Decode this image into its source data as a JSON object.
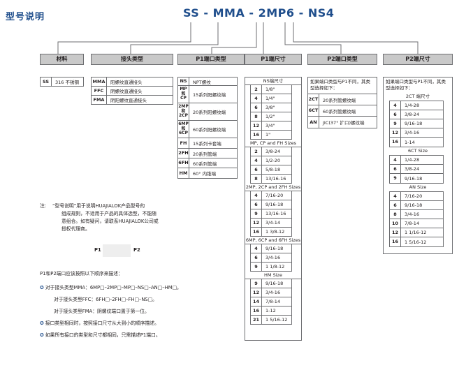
{
  "title": "型号说明",
  "model": "SS - MMA - 2MP6 - NS4",
  "headers": {
    "material": "材料",
    "connector_type": "接头类型",
    "p1_type": "P1端口类型",
    "p1_size": "P1端尺寸",
    "p2_type": "P2端口类型",
    "p2_size": "P2端尺寸"
  },
  "material": [
    {
      "code": "SS",
      "desc": "316 不锈钢"
    }
  ],
  "connector": [
    {
      "code": "MMA",
      "desc": "阳螺纹直通接头"
    },
    {
      "code": "FFC",
      "desc": "阴螺纹直通接头"
    },
    {
      "code": "FMA",
      "desc": "阴阳螺纹直通接头"
    }
  ],
  "p1_type": [
    {
      "code": "NS",
      "desc": "NPT螺纹"
    },
    {
      "code": "MP\n和\nCP",
      "desc": "15系列阳螺纹端"
    },
    {
      "code": "2MP\n和\n2CP",
      "desc": "20系列阳螺纹端"
    },
    {
      "code": "6MP\n和\n6CP",
      "desc": "60系列阳螺纹端"
    },
    {
      "code": "FH",
      "desc": "15系列卡套端"
    },
    {
      "code": "2FH",
      "desc": "20系列管端"
    },
    {
      "code": "6FH",
      "desc": "60系列管端"
    },
    {
      "code": "HM",
      "desc": "60° 内锥端"
    }
  ],
  "p1_size": [
    {
      "title": "NS端尺寸",
      "rows": [
        [
          "2",
          "1/8\""
        ],
        [
          "4",
          "1/4\""
        ],
        [
          "6",
          "3/8\""
        ],
        [
          "8",
          "1/2\""
        ],
        [
          "12",
          "3/4\""
        ],
        [
          "16",
          "1\""
        ]
      ]
    },
    {
      "title": "MP, CP and FH Sizes",
      "rows": [
        [
          "2",
          "3/8-24"
        ],
        [
          "4",
          "1/2-20"
        ],
        [
          "6",
          "5/8-18"
        ],
        [
          "8",
          "13/16-16"
        ]
      ]
    },
    {
      "title": "2MP, 2CP and 2FH Sizes",
      "rows": [
        [
          "4",
          "7/16-20"
        ],
        [
          "6",
          "9/16-18"
        ],
        [
          "9",
          "13/16-16"
        ],
        [
          "12",
          "3/4-14"
        ],
        [
          "16",
          "1 3/8-12"
        ]
      ]
    },
    {
      "title": "6MP, 6CP and 6FH Sizes",
      "rows": [
        [
          "4",
          "9/16-18"
        ],
        [
          "6",
          "3/4-16"
        ],
        [
          "9",
          "1 1/8-12"
        ]
      ]
    },
    {
      "title": "HM Size",
      "rows": [
        [
          "9",
          "9/16-18"
        ],
        [
          "12",
          "3/4-16"
        ],
        [
          "14",
          "7/8-14"
        ],
        [
          "16",
          "1-12"
        ],
        [
          "21",
          "1 5/16-12"
        ]
      ]
    }
  ],
  "p2_type": {
    "intro": "如果端口类型与P1不同，其类型选择如下：",
    "rows": [
      {
        "code": "2CT",
        "desc": "20系列管螺纹端"
      },
      {
        "code": "6CT",
        "desc": "60系列管螺纹端"
      },
      {
        "code": "AN",
        "desc": "JIC(37° 扩口)螺纹端"
      }
    ]
  },
  "p2_size": {
    "intro": "如果端口类型与P1不同，其类型选择如下：",
    "groups": [
      {
        "title": "2CT 端尺寸",
        "rows": [
          [
            "4",
            "1/4-28"
          ],
          [
            "6",
            "3/8-24"
          ],
          [
            "9",
            "9/16-18"
          ],
          [
            "12",
            "3/4-16"
          ],
          [
            "16",
            "1-14"
          ]
        ]
      },
      {
        "title": "6CT Size",
        "rows": [
          [
            "4",
            "1/4-28"
          ],
          [
            "6",
            "3/8-24"
          ],
          [
            "9",
            "9/16-18"
          ]
        ]
      },
      {
        "title": "AN Size",
        "rows": [
          [
            "4",
            "7/16-20"
          ],
          [
            "6",
            "9/16-18"
          ],
          [
            "8",
            "3/4-16"
          ],
          [
            "10",
            "7/8-14"
          ],
          [
            "12",
            "1 1/16-12"
          ],
          [
            "16",
            "1 5/16-12"
          ]
        ]
      }
    ]
  },
  "note": {
    "label": "注:",
    "lines": [
      "“型号说明”用于说明HUAJIALOK产品型号的",
      "组成规则，不适用于产品的具体选型，不能随",
      "意组合。如有疑问，请联系HUAJIALOK公司或",
      "授权代理商。"
    ]
  },
  "diagram": {
    "p1": "P1",
    "p2": "P2"
  },
  "order": {
    "intro": "P1和P2端口应该按照以下顺序来描述：",
    "lines": [
      {
        "bullet": true,
        "text": "对于接头类型MMA：6MP□–2MP□–MP□–NS□–AN□–HM□。"
      },
      {
        "bullet": false,
        "text": "对于接头类型FFC：6FH□–2FH□–FH□–NS□。"
      },
      {
        "bullet": false,
        "text": "对于接头类型FMA：阴螺纹端口置于第一位。"
      },
      {
        "bullet": true,
        "text": "接口类型相同时，按照接口尺寸从大到小的顺序描述。"
      },
      {
        "bullet": true,
        "text": "如果所有接口的类型和尺寸都相同，只需描述P1端口。"
      }
    ]
  },
  "colors": {
    "accent": "#1f4e8c",
    "header_bg": "#c9c9c9",
    "border": "#6d6e71"
  }
}
